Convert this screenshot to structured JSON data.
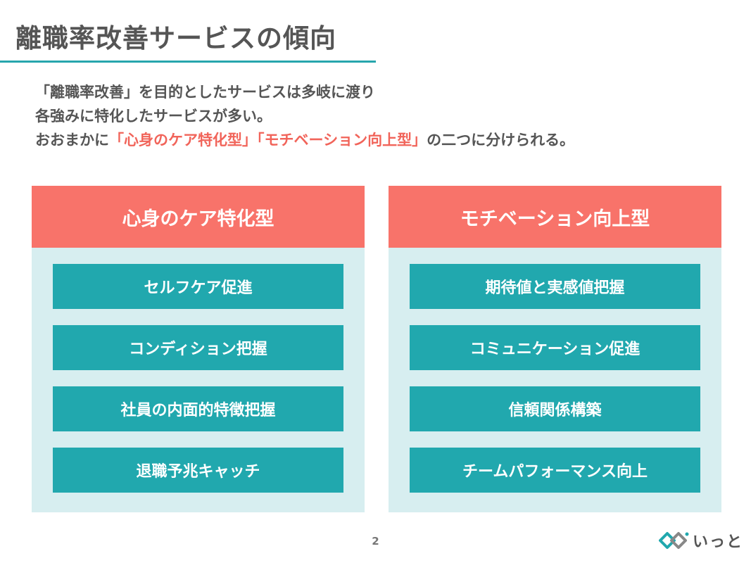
{
  "title": "離職率改善サービスの傾向",
  "intro": {
    "line1": "「離職率改善」を目的としたサービスは多岐に渡り",
    "line2": "各強みに特化したサービスが多い。",
    "line3_prefix": "おおまかに",
    "line3_highlight": "「心身のケア特化型」「モチベーション向上型」",
    "line3_suffix": "の二つに分けられる。"
  },
  "columns": [
    {
      "header": "心身のケア特化型",
      "items": [
        "セルフケア促進",
        "コンディション把握",
        "社員の内面的特徴把握",
        "退職予兆キャッチ"
      ]
    },
    {
      "header": "モチベーション向上型",
      "items": [
        "期待値と実感値把握",
        "コミュニケーション促進",
        "信頼関係構築",
        "チームパフォーマンス向上"
      ]
    }
  ],
  "page_number": "2",
  "logo": {
    "text": "いっと",
    "icon": "itto-logo-icon",
    "colors": {
      "teal": "#21a8ae",
      "gray": "#888888"
    }
  },
  "colors": {
    "accent_red": "#f8736a",
    "highlight_red": "#f1645a",
    "teal": "#21a8ae",
    "panel_bg": "#d7eef0",
    "title_rule": "#27a6ad"
  }
}
